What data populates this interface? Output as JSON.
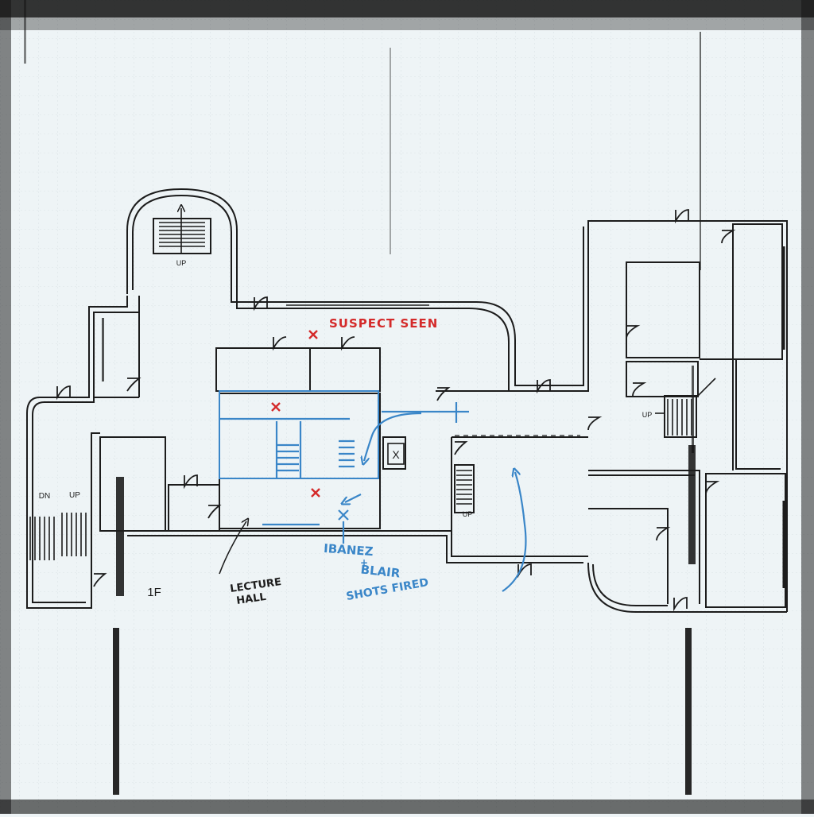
{
  "floor_label": "1F",
  "stairs": {
    "top": "UP",
    "left_down": "DN",
    "left_up": "UP",
    "center": "UP",
    "right": "UP"
  },
  "annotations": {
    "suspect": "SUSPECT SEEN",
    "lecture_line1": "LECTURE",
    "lecture_line2": "HALL",
    "agents_line1": "IBANEZ",
    "agents_line2": "+",
    "agents_line3": "BLAIR",
    "agents_line4": "SHOTS FIRED",
    "elevator_mark": "X"
  },
  "colors": {
    "paper": "#eef4f6",
    "ink": "#1c1c1c",
    "red_marker": "#d42a2a",
    "blue_marker": "#3a86c8"
  },
  "icons": {
    "suspect_marks": "x-mark-icon",
    "agent_mark": "x-mark-icon",
    "route": "arrow-icon"
  }
}
